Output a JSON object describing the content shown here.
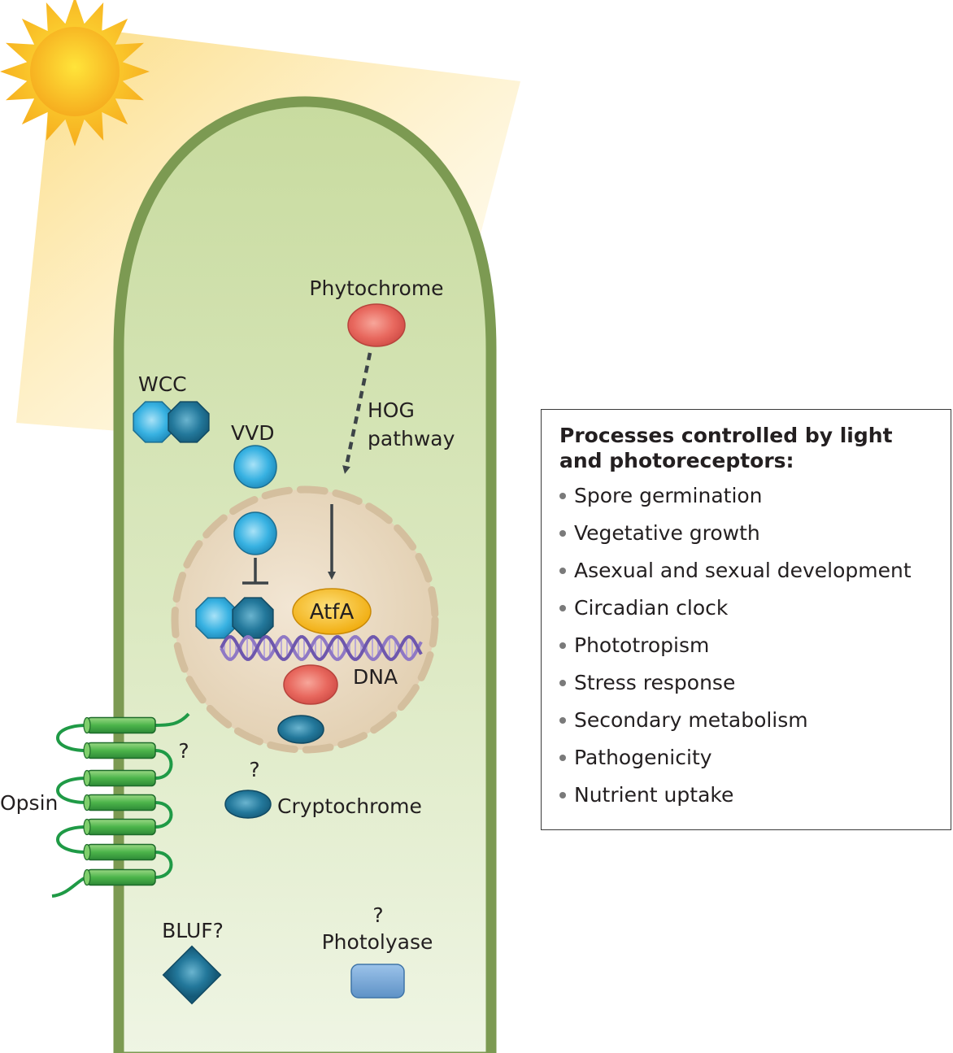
{
  "labels": {
    "phytochrome": "Phytochrome",
    "hog_line1": "HOG",
    "hog_line2": "pathway",
    "wcc": "WCC",
    "vvd": "VVD",
    "atfa": "AtfA",
    "dna": "DNA",
    "opsin": "Opsin",
    "opsin_question": "?",
    "cryptochrome": "Cryptochrome",
    "cryptochrome_question": "?",
    "bluf": "BLUF?",
    "photolyase": "Photolyase",
    "photolyase_question": "?"
  },
  "process_box": {
    "title": "Processes controlled by light and photoreceptors:",
    "items": [
      "Spore germination",
      "Vegetative growth",
      "Asexual and sexual development",
      "Circadian clock",
      "Phototropism",
      "Stress response",
      "Secondary metabolism",
      "Pathogenicity",
      "Nutrient uptake"
    ]
  },
  "colors": {
    "cell_fill_top": "#c9dca0",
    "cell_fill_bottom": "#eef4e2",
    "cell_wall": "#7c9a52",
    "nucleus_fill": "#e8d8c0",
    "nucleus_membrane": "#d4bf9e",
    "light_blue_protein": "#2fa8dc",
    "dark_blue_protein": "#1f6f92",
    "phytochrome_red": "#e8685e",
    "atfa_yellow": "#f4b81a",
    "opsin_green": "#4cb44a",
    "photolyase_blue": "#6fa3d4",
    "sun_yellow": "#f7c31a",
    "arrow_gray": "#3d4448"
  }
}
